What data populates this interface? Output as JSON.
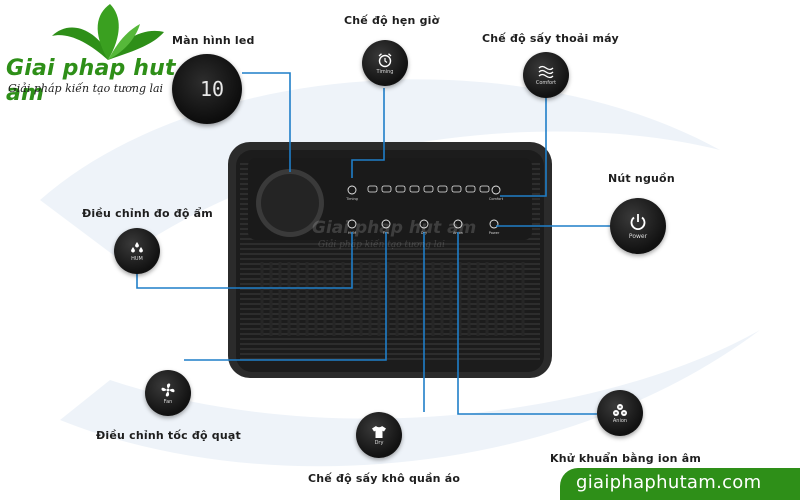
{
  "brand": {
    "title": "Giai phap hut am",
    "tagline": "Giải pháp kiến tạo tương lai",
    "website": "giaiphaphutam.com",
    "watermark_title": "Giai phap hut am",
    "watermark_tagline": "Giải pháp kiến tạo tương lai",
    "colors": {
      "green": "#2e8f18",
      "line_blue": "#1f7ec8",
      "device": "#2b2b2b"
    }
  },
  "led_display": {
    "label": "Màn hình led",
    "value": "10"
  },
  "features": {
    "timer": {
      "label": "Chế độ hẹn giờ",
      "caption": "Timing",
      "icon": "alarm-clock-icon"
    },
    "comfort": {
      "label": "Chế độ sấy thoải máy",
      "caption": "Comfort",
      "icon": "wave-icon"
    },
    "power": {
      "label": "Nút nguồn",
      "caption": "Power",
      "icon": "power-icon"
    },
    "humidity": {
      "label": "Điều chỉnh đo độ ẩm",
      "caption": "HUM",
      "icon": "droplets-icon"
    },
    "fan": {
      "label": "Điều chỉnh tốc độ quạt",
      "caption": "Fan",
      "icon": "fan-icon"
    },
    "dry": {
      "label": "Chế độ sấy khô quần áo",
      "caption": "Dry",
      "icon": "shirt-icon"
    },
    "anion": {
      "label": "Khử khuẩn bằng ion âm",
      "caption": "Anion",
      "icon": "ion-icon"
    }
  },
  "panel_captions": {
    "timing": "Timing",
    "hum": "HUM",
    "fan": "Fan",
    "dry": "Dry",
    "anion": "Anion",
    "power": "Power",
    "comfort": "Comfort"
  }
}
